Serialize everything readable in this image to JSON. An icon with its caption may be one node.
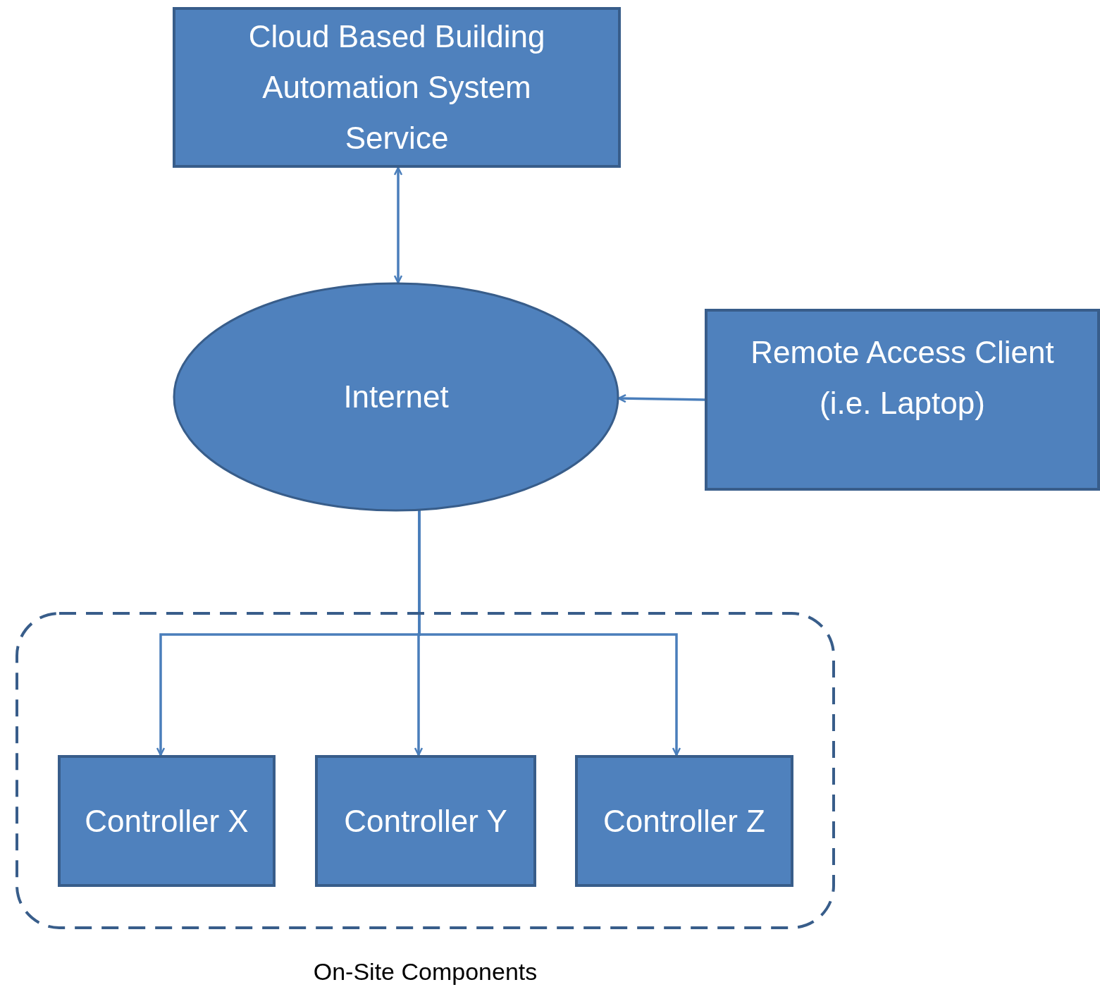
{
  "diagram": {
    "nodes": [
      {
        "text": [
          "Cloud Based Building Automation System Service"
        ]
      },
      {
        "text": [
          "Internet"
        ]
      },
      {
        "text": [
          "Remote Access Client (i.e. Laptop)"
        ]
      },
      {
        "text": [
          "On-Site Components"
        ]
      },
      {
        "text": [
          "Controller X"
        ],
        "in": 3
      },
      {
        "text": [
          "Controller Y"
        ],
        "in": 3
      },
      {
        "text": [
          "Controller Z"
        ],
        "in": 3
      }
    ],
    "edges": [
      {
        "from": 0,
        "to": 1,
        "arrow": "both"
      },
      {
        "from": 2,
        "to": 1,
        "arrow": "to"
      },
      {
        "from": 1,
        "to": 4,
        "arrow": "to"
      },
      {
        "from": 1,
        "to": 5,
        "arrow": "to"
      },
      {
        "from": 1,
        "to": 6,
        "arrow": "to"
      }
    ]
  }
}
